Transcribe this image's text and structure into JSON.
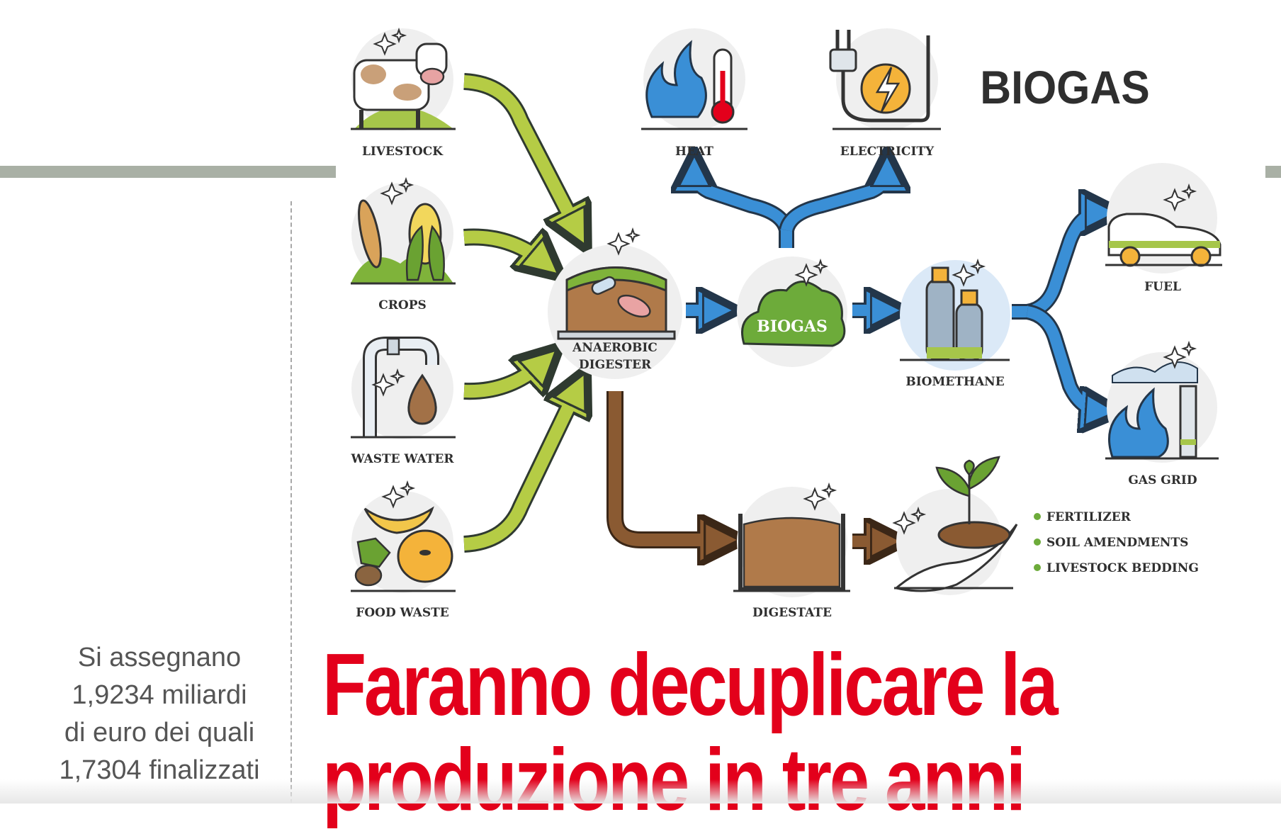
{
  "diagram": {
    "title": "BIOGAS",
    "inputs": [
      "LIVESTOCK",
      "CROPS",
      "WASTE WATER",
      "FOOD WASTE"
    ],
    "digester": [
      "ANAEROBIC",
      "DIGESTER"
    ],
    "biogas": "BIOGAS",
    "outputs_top": [
      "HEAT",
      "ELECTRICITY"
    ],
    "biomethane": "BIOMETHANE",
    "uses": [
      "FUEL",
      "GAS GRID"
    ],
    "digestate": "DIGESTATE",
    "digestate_uses": [
      "FERTILIZER",
      "SOIL AMENDMENTS",
      "LIVESTOCK BEDDING"
    ]
  },
  "sidebar": {
    "lines": [
      "Si assegnano",
      "1,9234 miliardi",
      "di euro dei quali",
      "1,7304 finalizzati"
    ]
  },
  "headline": {
    "line1": "Faranno decuplicare la",
    "line2": "produzione in tre anni"
  },
  "colors": {
    "headline_red": "#e3001b",
    "arrow_green": "#b5cc45",
    "arrow_blue": "#3a8fd6",
    "arrow_brown": "#8a5a32",
    "cloud_green": "#6dab3a",
    "rule_gray": "#a9b0a5"
  }
}
